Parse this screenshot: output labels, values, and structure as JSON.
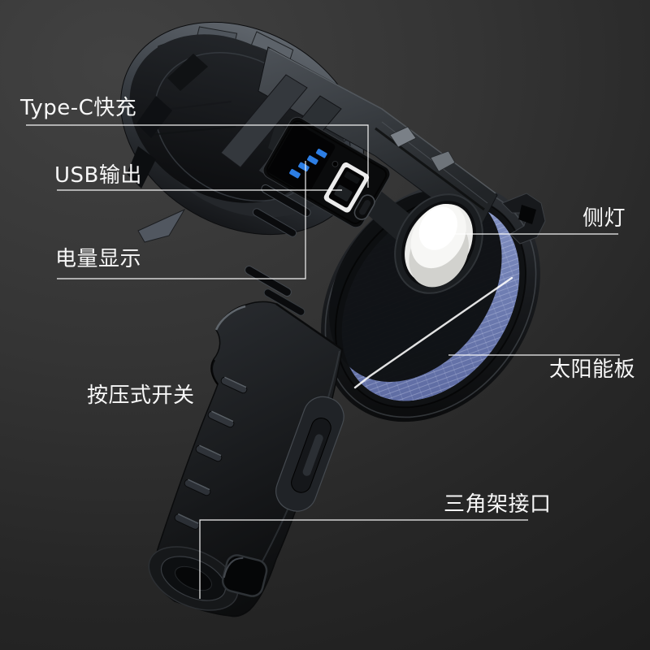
{
  "scene": {
    "background_color": "#2b2b2b",
    "label_text_color": "#f7f7f7",
    "leader_line_color": "#ffffff"
  },
  "labels": {
    "type_c": {
      "text": "Type-C快充"
    },
    "usb_out": {
      "text": "USB输出"
    },
    "battery": {
      "text": "电量显示"
    },
    "side_light": {
      "text": "侧灯"
    },
    "solar": {
      "text": "太阳能板"
    },
    "switch": {
      "text": "按压式开关"
    },
    "tripod": {
      "text": "三角架接口"
    }
  },
  "product": {
    "battery_indicator": {
      "segments": 4,
      "color": "#2d7ee4"
    },
    "colors": {
      "led_blue": "#2d7ee4",
      "solar_panel_blue": "#7482b6",
      "side_light_white": "#ececea",
      "body_dark": "#1a1c1f"
    }
  }
}
